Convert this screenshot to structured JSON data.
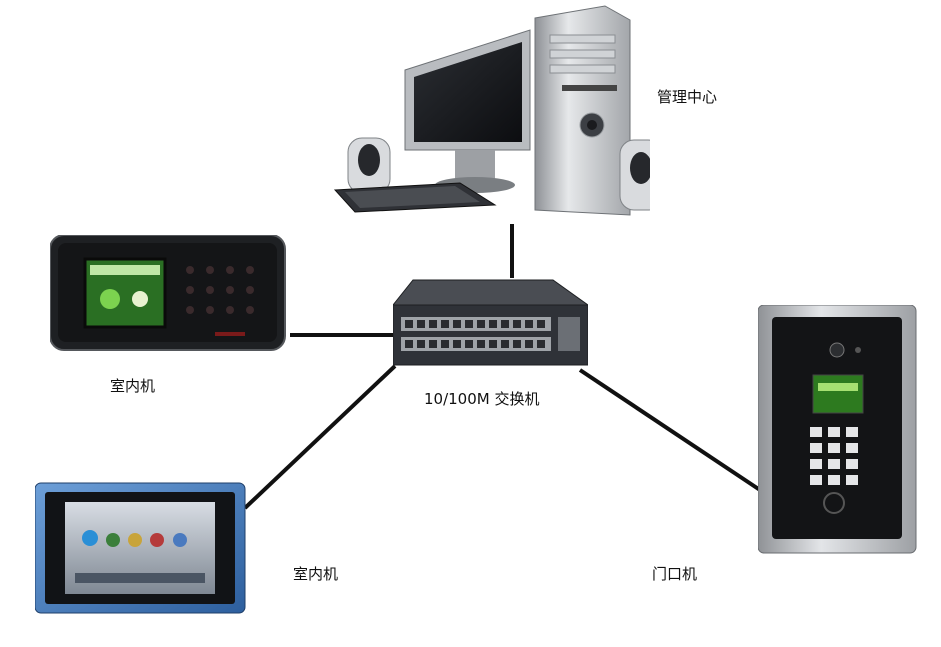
{
  "diagram": {
    "nodes": {
      "management_center": {
        "label": "管理中心"
      },
      "switch": {
        "label": "10/100M 交换机"
      },
      "indoor_unit_1": {
        "label": "室内机"
      },
      "indoor_unit_2": {
        "label": "室内机"
      },
      "door_unit": {
        "label": "门口机"
      }
    },
    "edges": [
      {
        "from": "switch",
        "to": "management_center"
      },
      {
        "from": "switch",
        "to": "indoor_unit_1"
      },
      {
        "from": "switch",
        "to": "indoor_unit_2"
      },
      {
        "from": "switch",
        "to": "door_unit"
      }
    ]
  },
  "colors": {
    "wire": "#111111",
    "switch_body": "#2f3238",
    "pc_silver": "#c9ccd0",
    "door_panel_frame": "#b9bcc0",
    "indoor_blue_frame": "#3b6fae",
    "screen_green": "#3a9a2a"
  }
}
